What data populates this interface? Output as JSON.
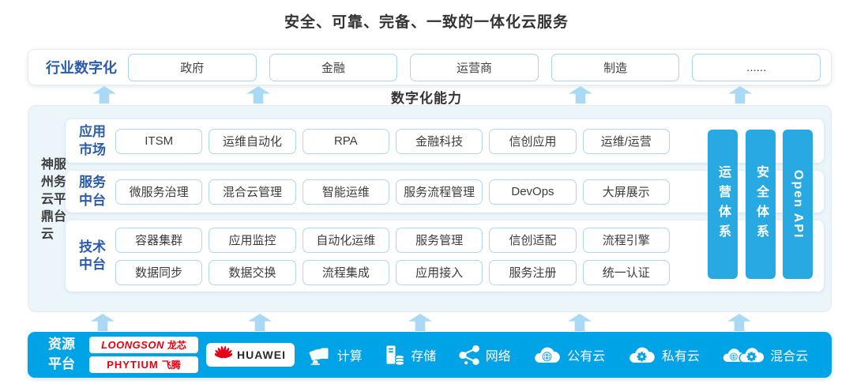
{
  "title": "安全、可靠、完备、一致的一体化云服务",
  "capability_label": "数字化能力",
  "industry": {
    "label": "行业数字化",
    "items": [
      "政府",
      "金融",
      "运营商",
      "制造",
      "......"
    ]
  },
  "platform": {
    "side_label": "神州云鼎云服务平台",
    "rows": [
      {
        "label": "应用市场",
        "lines": [
          [
            "ITSM",
            "运维自动化",
            "RPA",
            "金融科技",
            "信创应用",
            "运维/运营"
          ]
        ]
      },
      {
        "label": "服务中台",
        "lines": [
          [
            "微服务治理",
            "混合云管理",
            "智能运维",
            "服务流程管理",
            "DevOps",
            "大屏展示"
          ]
        ]
      },
      {
        "label": "技术中台",
        "lines": [
          [
            "容器集群",
            "应用监控",
            "自动化运维",
            "服务管理",
            "信创适配",
            "流程引擎"
          ],
          [
            "数据同步",
            "数据交换",
            "流程集成",
            "应用接入",
            "服务注册",
            "统一认证"
          ]
        ]
      }
    ],
    "pillars": [
      "运营体系",
      "安全体系",
      "Open API"
    ]
  },
  "resource_bar": {
    "label": "资源平台",
    "vendors": [
      {
        "latin": "LOONGSON",
        "cn": "龙芯"
      },
      {
        "latin": "PHYTIUM",
        "cn": "飞腾"
      },
      {
        "latin": "HUAWEI",
        "cn": ""
      }
    ],
    "resources": [
      {
        "icon": "compute-icon",
        "label": "计算"
      },
      {
        "icon": "storage-icon",
        "label": "存储"
      },
      {
        "icon": "network-icon",
        "label": "网络"
      },
      {
        "icon": "public-cloud-icon",
        "label": "公有云"
      },
      {
        "icon": "private-cloud-icon",
        "label": "私有云"
      },
      {
        "icon": "hybrid-cloud-icon",
        "label": "混合云"
      }
    ]
  },
  "colors": {
    "accent_blue": "#00a3e6",
    "pillar_blue": "#29a9e1",
    "arrow_blue": "#a9d9f5",
    "label_blue": "#2a5caa",
    "panel_bg": "#ebf5fa",
    "chip_border": "#a9d3ee",
    "brand_red": "#e60012",
    "text_dark": "#333333"
  }
}
